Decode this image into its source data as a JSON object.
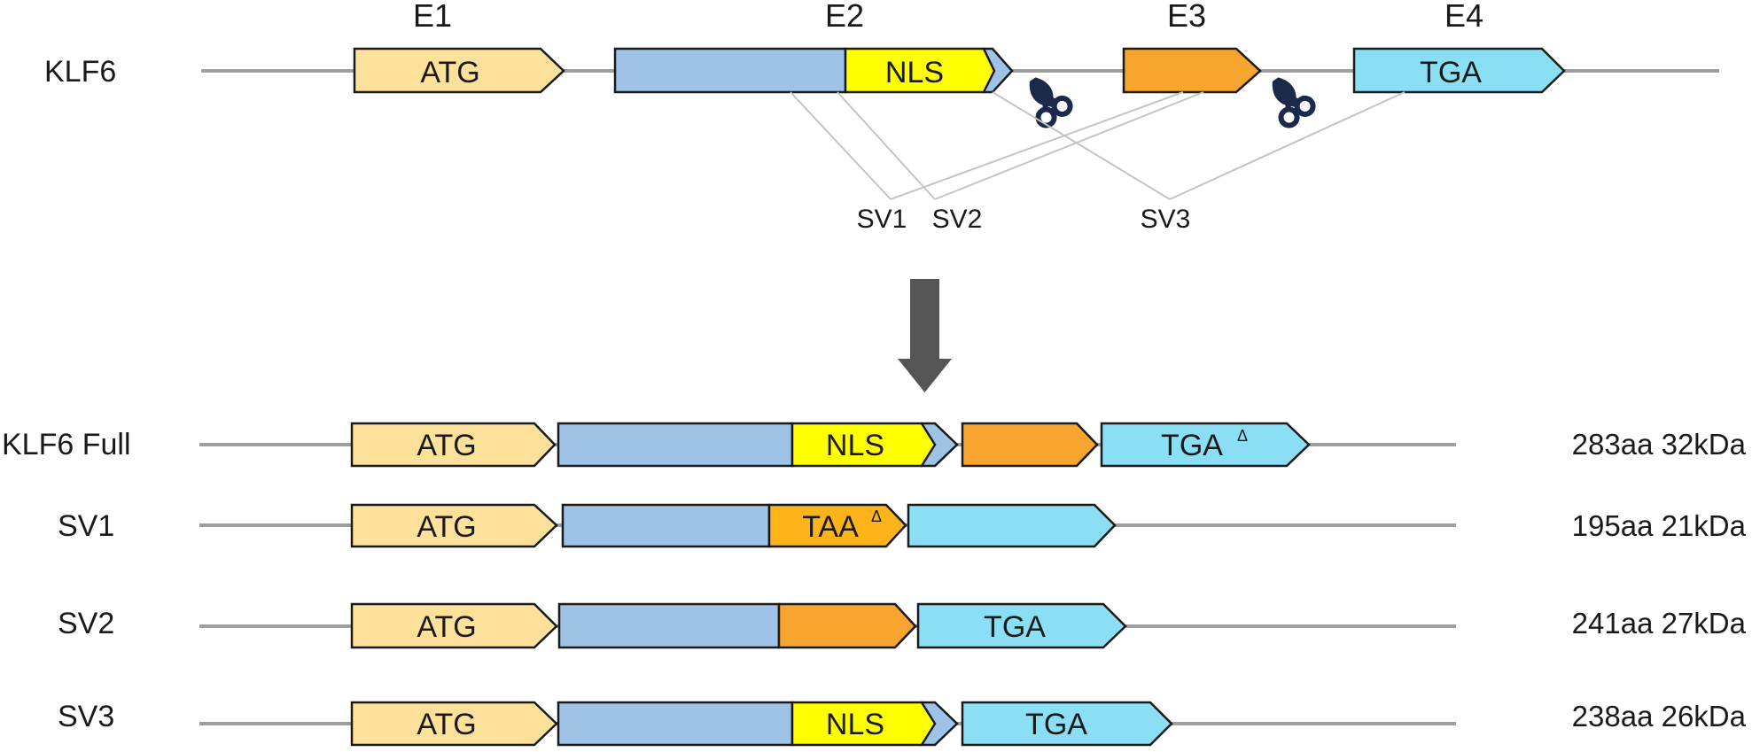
{
  "colors": {
    "exon1": "#fde09a",
    "exon2": "#9fc3e6",
    "nls": "#ffff00",
    "exon3": "#f7a52f",
    "taa": "#fcb41a",
    "exon4": "#8adff4",
    "line": "#9e9e9e",
    "splice": "#c4c4c4",
    "arrow": "#555555"
  },
  "gene": {
    "label": "KLF6",
    "exon_labels": [
      "E1",
      "E2",
      "E3",
      "E4"
    ],
    "e1_text": "ATG",
    "nls_text": "NLS",
    "e4_text": "TGA",
    "scissors_icon": "scissors-icon"
  },
  "splice_labels": [
    "SV1",
    "SV2",
    "SV3"
  ],
  "transcripts": [
    {
      "label": "KLF6 Full",
      "e1": "ATG",
      "e2": "NLS",
      "e4": "TGA",
      "e4_mark": "Δ",
      "size": "283aa 32kDa"
    },
    {
      "label": "SV1",
      "e1": "ATG",
      "stop": "TAA",
      "stop_mark": "Δ",
      "size": "195aa 21kDa"
    },
    {
      "label": "SV2",
      "e1": "ATG",
      "e4": "TGA",
      "size": "241aa 27kDa"
    },
    {
      "label": "SV3",
      "e1": "ATG",
      "e2": "NLS",
      "e4": "TGA",
      "size": "238aa 26kDa"
    }
  ]
}
